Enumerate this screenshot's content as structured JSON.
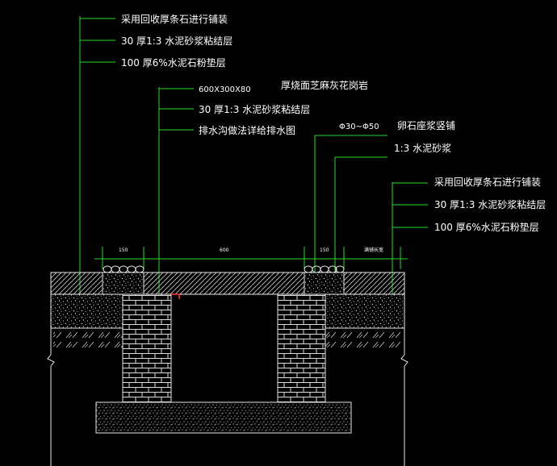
{
  "labels": {
    "g1_l1": "采用回收厚条石进行铺装",
    "g1_l2": "30  厚1:3  水泥砂浆粘结层",
    "g1_l3": "100  厚6%水泥石粉垫层",
    "g2_l1a": "600X300X80",
    "g2_l1b": "厚烧面芝麻灰花岗岩",
    "g2_l2": "30  厚1:3  水泥砂浆粘结层",
    "g2_l3": "排水沟做法详给排水图",
    "g3_l1a": "Φ30~Φ50",
    "g3_l1b": "卵石座浆竖铺",
    "g3_l2": "1:3  水泥砂浆",
    "g4_l1": "采用回收厚条石进行铺装",
    "g4_l2": "30  厚1:3  水泥砂浆粘结层",
    "g4_l3": "100  厚6%水泥石粉垫层"
  },
  "dimensions": {
    "d1": "150",
    "d2": "600",
    "d3": "150",
    "d4": "满铺长宽"
  },
  "colors": {
    "background": "#000000",
    "leader": "#22dd22",
    "linework": "#e8e8e8",
    "marker": "#ff3333"
  }
}
